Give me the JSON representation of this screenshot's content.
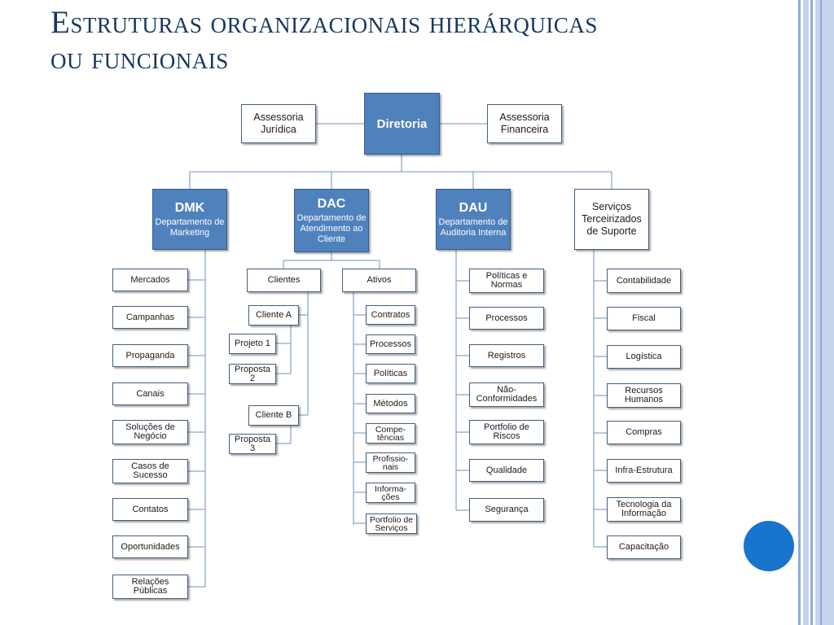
{
  "slide": {
    "title_line1": "Estruturas organizacionais hierárquicas",
    "title_line2": "ou funcionais"
  },
  "org": {
    "top": {
      "diretoria": "Diretoria",
      "assessoria_juridica": "Assessoria Jurídica",
      "assessoria_financeira": "Assessoria Financeira"
    },
    "dmk": {
      "code": "DMK",
      "name": "Departamento de Marketing",
      "items": [
        "Mercados",
        "Campanhas",
        "Propaganda",
        "Canais",
        "Soluções de Negócio",
        "Casos de Sucesso",
        "Contatos",
        "Oportunidades",
        "Relações Públicas"
      ]
    },
    "dac": {
      "code": "DAC",
      "name": "Departamento de Atendimento ao Cliente",
      "clientes": {
        "label": "Clientes",
        "cliente_a": "Cliente A",
        "projeto_1": "Projeto 1",
        "proposta_2": "Proposta 2",
        "cliente_b": "Cliente B",
        "proposta_3": "Proposta 3"
      },
      "ativos": {
        "label": "Ativos",
        "items": [
          "Contratos",
          "Processos",
          "Políticas",
          "Métodos",
          "Compe-tências",
          "Profissio-nais",
          "Informa-ções",
          "Portfolio de Serviços"
        ]
      }
    },
    "dau": {
      "code": "DAU",
      "name": "Departamento de Auditoria Interna",
      "items": [
        "Políticas e Normas",
        "Processos",
        "Registros",
        "Não-Conformidades",
        "Portfolio de Riscos",
        "Qualidade",
        "Segurança"
      ]
    },
    "servicos": {
      "name": "Serviços Terceirizados de Suporte",
      "items": [
        "Contabilidade",
        "Fiscal",
        "Logística",
        "Recursos Humanos",
        "Compras",
        "Infra-Estrutura",
        "Tecnologia da Informação",
        "Capacitação"
      ]
    }
  },
  "colors": {
    "accent_blue": "#4f81bd",
    "title": "#17375e",
    "connector": "#8ea9c6",
    "dot": "#1874cd"
  }
}
